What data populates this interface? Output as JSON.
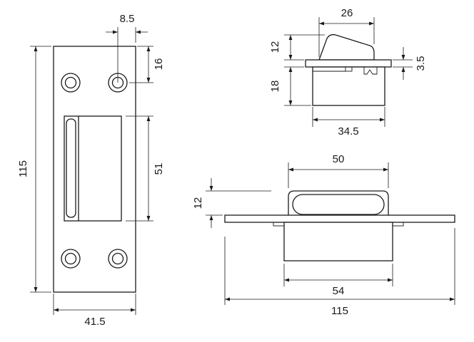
{
  "dimensions": {
    "left_hole_offset": "8.5",
    "left_top_hole": "16",
    "left_slot_height": "51",
    "left_total_height": "115",
    "left_width": "41.5",
    "side_roller_width": "26",
    "side_roller_height": "12",
    "side_plate_thickness": "3.5",
    "side_body_depth": "18",
    "side_body_width": "34.5",
    "front_roller_width": "50",
    "front_roller_height": "12",
    "front_body_width": "54",
    "front_total_width": "115"
  }
}
